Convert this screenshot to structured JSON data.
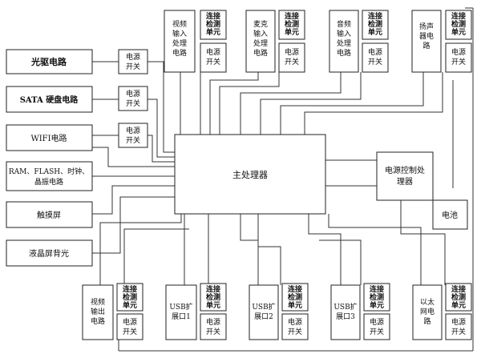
{
  "left_blocks": {
    "optical": "光驱电路",
    "sata": "SATA 硬盘电路",
    "wifi": "WIFI电路",
    "ram_line1": "RAM、FLASH、时钟、",
    "ram_line2": "晶振电路",
    "touch": "触摸屏",
    "lcd": "液晶屏背光"
  },
  "power_switch": {
    "line1": "电源",
    "line2": "开关"
  },
  "detect": {
    "line1": "连接",
    "line2": "检测",
    "line3": "单元"
  },
  "top_modules": {
    "video_in": [
      "视频",
      "输入",
      "处理",
      "电路"
    ],
    "mic_in": [
      "麦克",
      "输入",
      "处理",
      "电路"
    ],
    "audio_in": [
      "音频",
      "输入",
      "处理",
      "电路"
    ],
    "speaker": [
      "扬声",
      "器电",
      "路"
    ]
  },
  "bottom_modules": {
    "video_out": [
      "视频",
      "输出",
      "电路"
    ],
    "usb1": [
      "USB扩",
      "展口1"
    ],
    "usb2": [
      "USB扩",
      "展口2"
    ],
    "usb3": [
      "USB扩",
      "展口3"
    ],
    "ethernet": [
      "以太",
      "网电",
      "路"
    ]
  },
  "center": {
    "main_processor": "主处理器",
    "power_ctrl": [
      "电源控制处",
      "理器"
    ],
    "battery": "电池"
  }
}
